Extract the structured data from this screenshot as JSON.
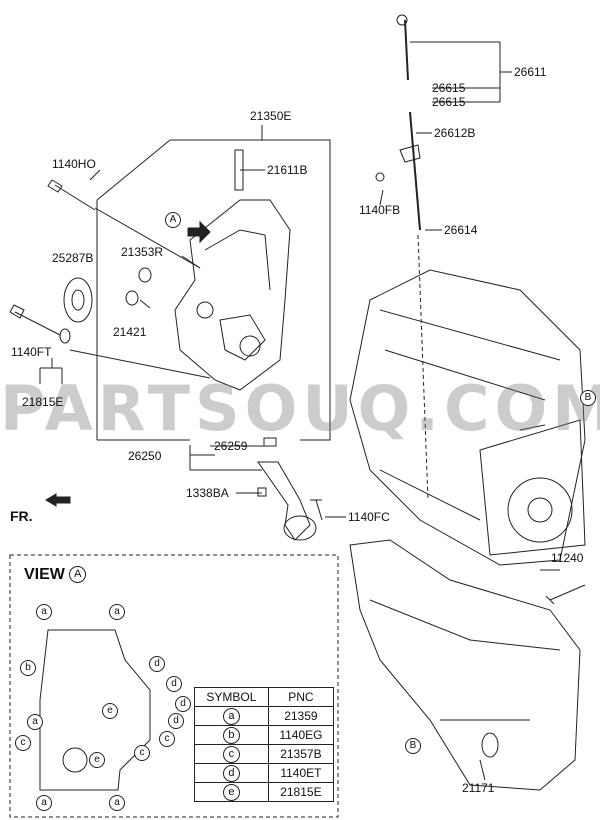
{
  "watermark": "PARTSOUQ.COM",
  "fr_label": "FR.",
  "view": {
    "title": "VIEW",
    "letter": "A"
  },
  "callouts": {
    "p21350E": "21350E",
    "p21611B": "21611B",
    "p1140HO": "1140HO",
    "p21353R": "21353R",
    "p25287B": "25287B",
    "p21421": "21421",
    "p1140FT": "1140FT",
    "p21815E": "21815E",
    "p26259": "26259",
    "p26250": "26250",
    "p1338BA": "1338BA",
    "p1140FC": "1140FC",
    "p26611": "26611",
    "p26615a": "26615",
    "p26615b": "26615",
    "p26612B": "26612B",
    "p1140FB": "1140FB",
    "p26614": "26614",
    "p11240": "11240",
    "p21171": "21171",
    "refA": "A",
    "refB1": "B",
    "refB2": "B"
  },
  "legend": {
    "headers": [
      "SYMBOL",
      "PNC"
    ],
    "rows": [
      {
        "symbol": "a",
        "pnc": "21359"
      },
      {
        "symbol": "b",
        "pnc": "1140EG"
      },
      {
        "symbol": "c",
        "pnc": "21357B"
      },
      {
        "symbol": "d",
        "pnc": "1140ET"
      },
      {
        "symbol": "e",
        "pnc": "21815E"
      }
    ]
  },
  "view_bubbles": {
    "a1": "a",
    "a2": "a",
    "b1": "b",
    "d1": "d",
    "d2": "d",
    "e1": "e",
    "d3": "d",
    "a3": "a",
    "d4": "d",
    "c1": "c",
    "c2": "c",
    "e2": "e",
    "c3": "c",
    "a4": "a",
    "a5": "a"
  }
}
